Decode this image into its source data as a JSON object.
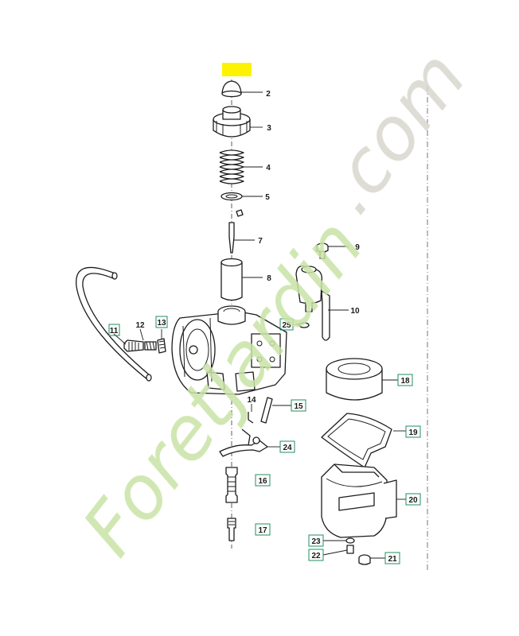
{
  "watermark": {
    "text": "ForetJardin.com",
    "color_green": "#c9e3a6",
    "color_grey": "#d9d7ce"
  },
  "highlight_color": "#fdf200",
  "callout_box_color": "#1f8f5f",
  "labels": {
    "p2": "2",
    "p3": "3",
    "p4": "4",
    "p5": "5",
    "p7": "7",
    "p8": "8",
    "p9": "9",
    "p10": "10",
    "p11": "11",
    "p12": "12",
    "p13": "13",
    "p14": "14",
    "p15": "15",
    "p16": "16",
    "p17": "17",
    "p18": "18",
    "p19": "19",
    "p20": "20",
    "p21": "21",
    "p22": "22",
    "p23": "23",
    "p24": "24",
    "p25": "25"
  }
}
